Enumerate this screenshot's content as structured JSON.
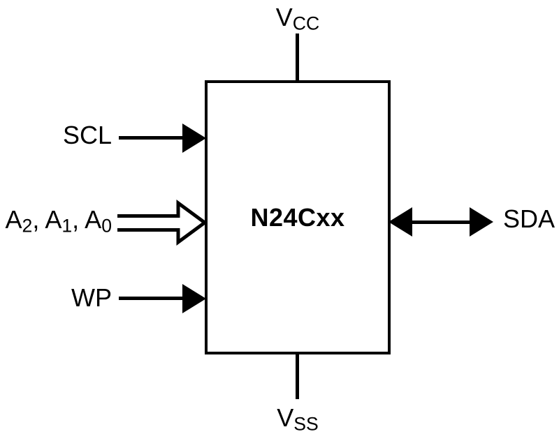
{
  "diagram": {
    "chip_label": "N24Cxx",
    "pins": {
      "vcc": {
        "main": "V",
        "sub": "CC"
      },
      "vss": {
        "main": "V",
        "sub": "SS"
      },
      "scl": "SCL",
      "address": {
        "segments": [
          "A",
          "2",
          ", A",
          "1",
          ", A",
          "0"
        ]
      },
      "wp": "WP",
      "sda": "SDA"
    },
    "colors": {
      "ink": "#000000",
      "background": "#ffffff"
    }
  }
}
